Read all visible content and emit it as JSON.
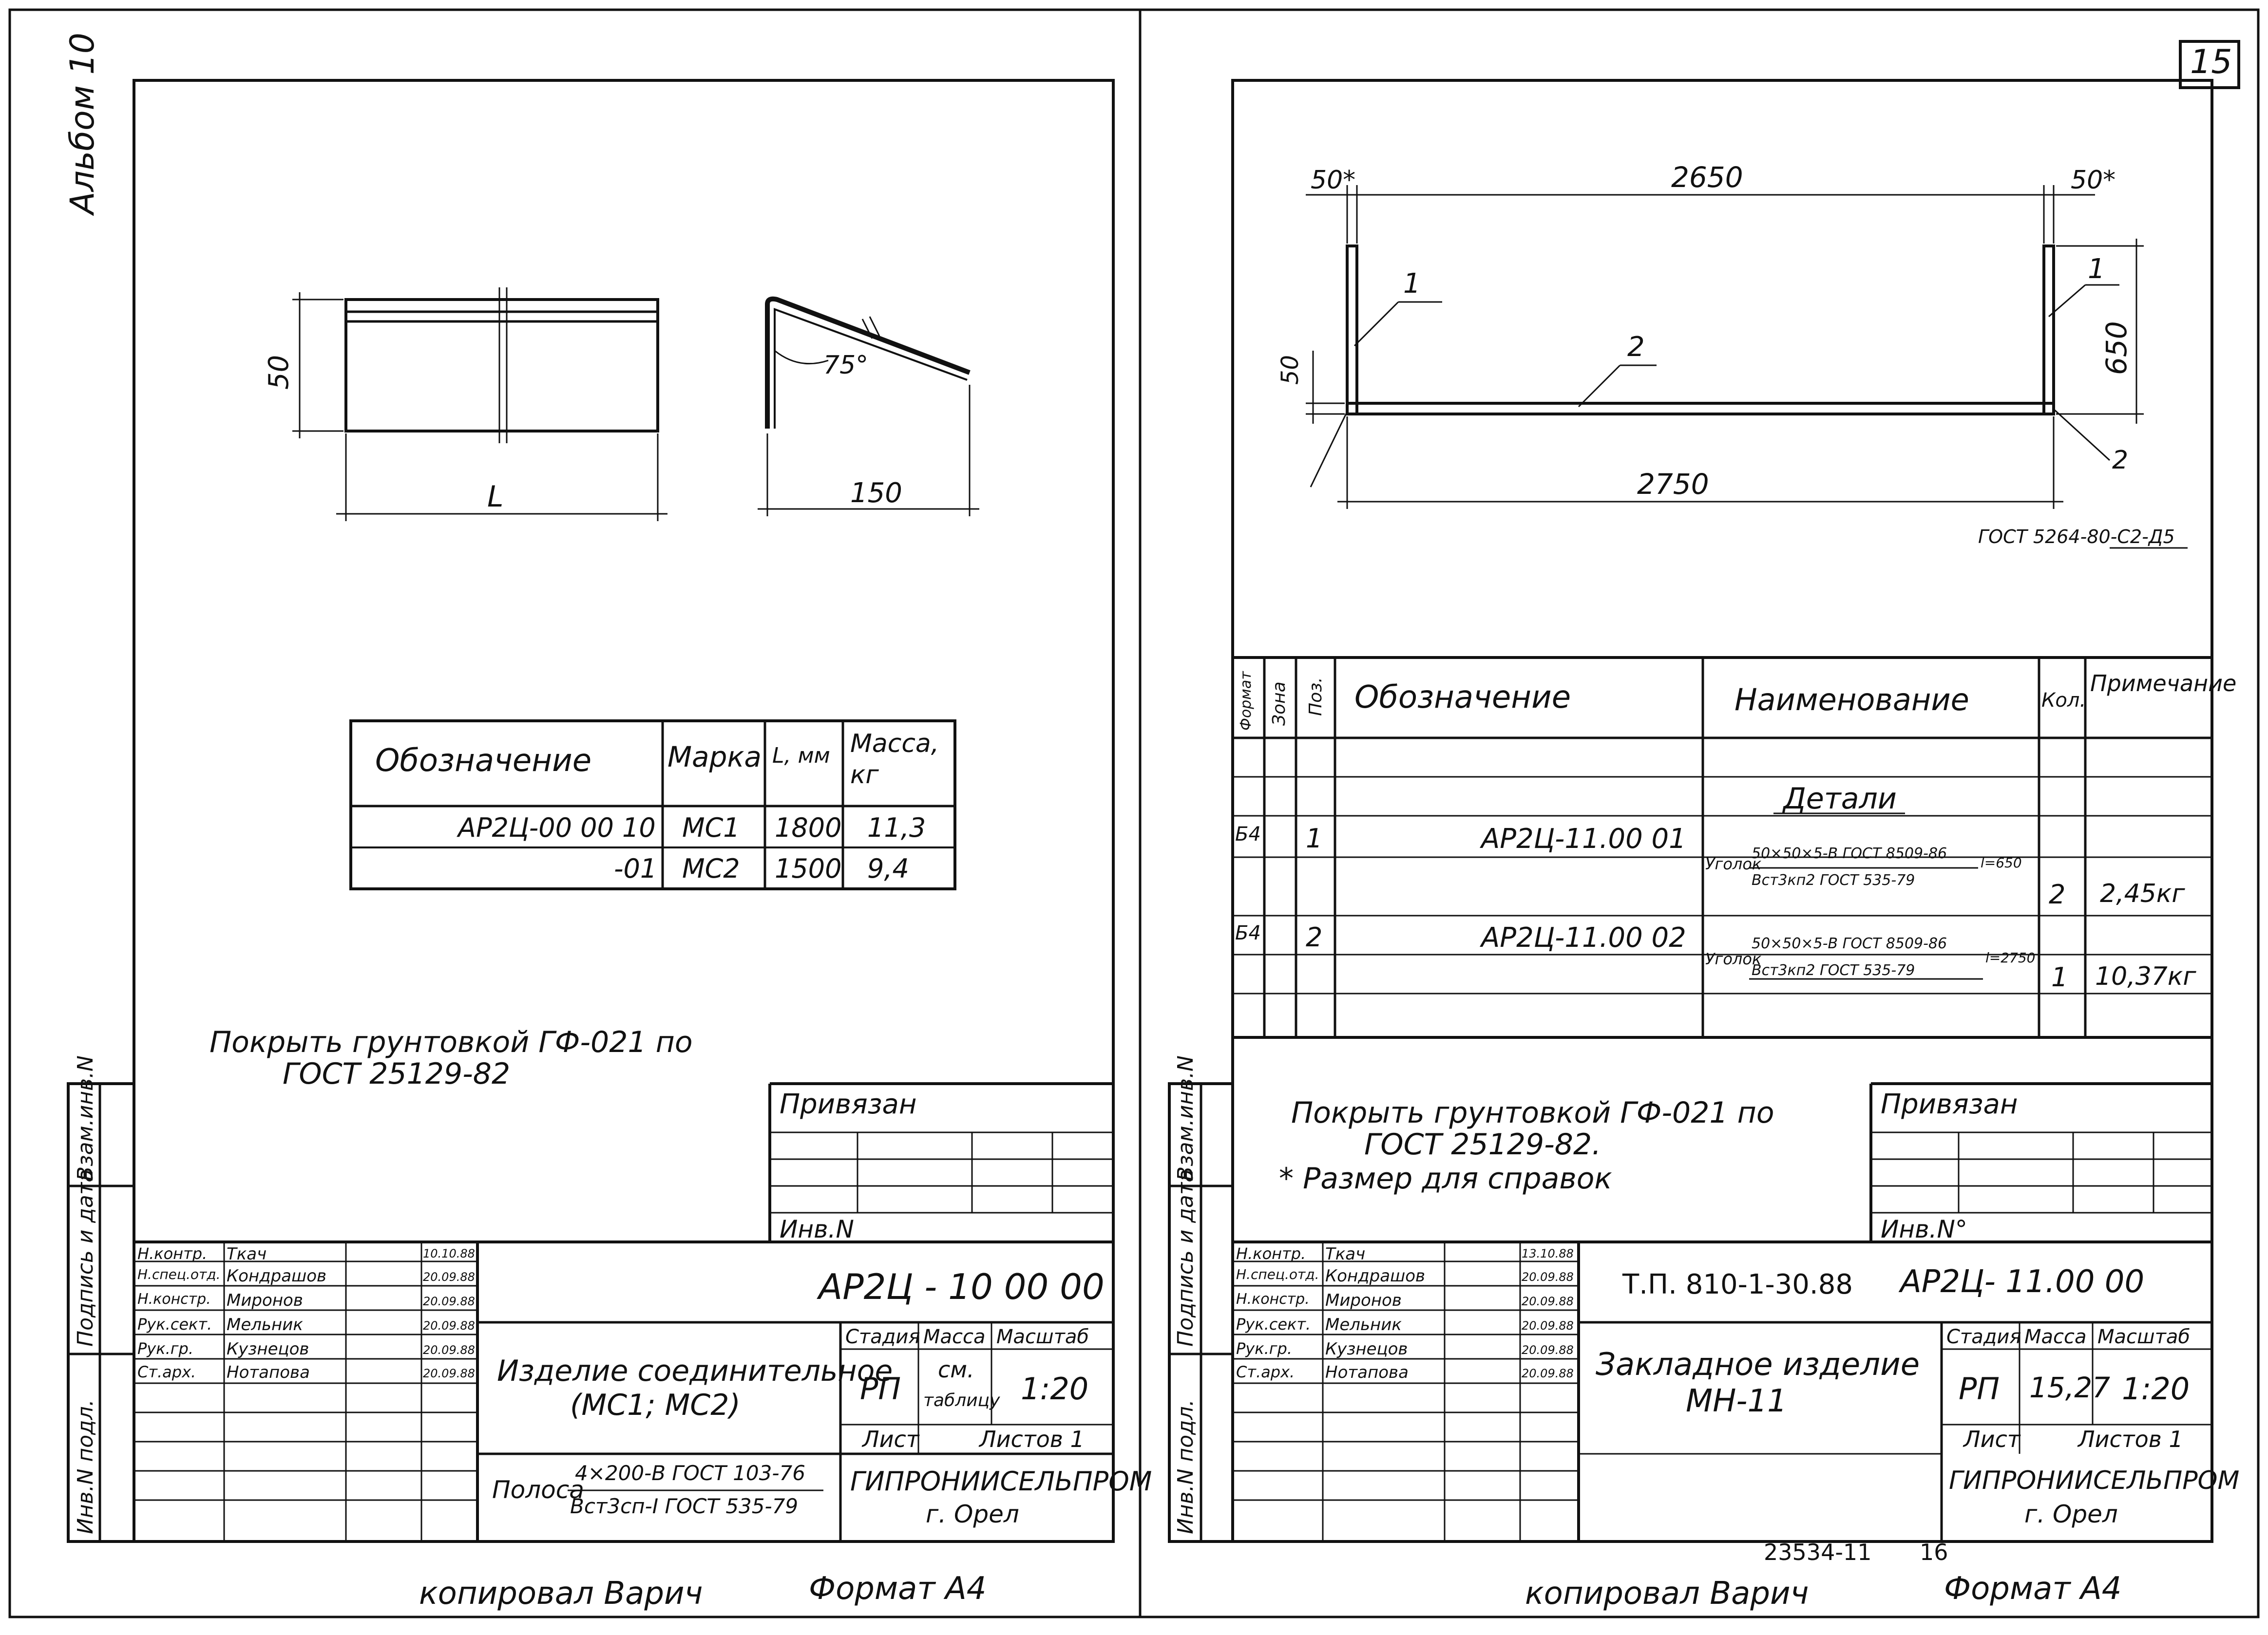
{
  "page": {
    "sheet_stamp": "15",
    "album": "Альбом 10",
    "copied_by": "копировал Варич",
    "format": "Формат А4",
    "archive_no": "23534-11",
    "archive_page": "16",
    "side_labels": [
      "Инв.N подл.",
      "Подпись и дата",
      "Взам.инв.N"
    ]
  },
  "left": {
    "dim_height": "50",
    "dim_length": "L",
    "dim_width": "150",
    "angle": "75°",
    "table": {
      "headers": [
        "Обозначение",
        "Марка",
        "L, мм",
        "Масса, кг"
      ],
      "rows": [
        [
          "АР2Ц-00 00 10",
          "МС1",
          "1800",
          "11,3"
        ],
        [
          "-01",
          "МС2",
          "1500",
          "9,4"
        ]
      ]
    },
    "note_line1": "Покрыть грунтовкой ГФ-021 по",
    "note_line2": "ГОСТ 25129-82",
    "privyazan": "Привязан",
    "inv_no": "Инв.N",
    "designation": "АР2Ц - 10 00 00",
    "title_line1": "Изделие соединительное",
    "title_line2": "(МС1; МС2)",
    "stage_h": "Стадия",
    "mass_h": "Масса",
    "scale_h": "Масштаб",
    "stage": "РП",
    "mass_line1": "см.",
    "mass_line2": "таблицу",
    "scale": "1:20",
    "sheet": "Лист",
    "sheets": "Листов 1",
    "material_prefix": "Полоса",
    "material_top": "4×200-В ГОСТ 103-76",
    "material_bottom": "Вст3сп-I ГОСТ 535-79",
    "org": "ГИПРОНИИСЕЛЬПРОМ",
    "city": "г. Орел",
    "staff": [
      [
        "Н.контр.",
        "Ткач",
        "10.10.88"
      ],
      [
        "Н.спец.отд.",
        "Кондрашов",
        "20.09.88"
      ],
      [
        "Н.констр.",
        "Миронов",
        "20.09.88"
      ],
      [
        "Рук.сект.",
        "Мельник",
        "20.09.88"
      ],
      [
        "Рук.гр.",
        "Кузнецов",
        "20.09.88"
      ],
      [
        "Ст.арх.",
        "Нотапова",
        "20.09.88"
      ]
    ]
  },
  "right": {
    "dim_total_top": "2650",
    "dim_left_top": "50*",
    "dim_right_top": "50*",
    "dim_height": "650",
    "dim_low": "50",
    "dim_bottom": "2750",
    "pos1": "1",
    "pos2": "2",
    "weld": "ГОСТ 5264-80-С2-Д5",
    "weld_side": "2",
    "spec_headers": [
      "Формат",
      "Зона",
      "Поз.",
      "Обозначение",
      "Наименование",
      "Кол.",
      "Примечание"
    ],
    "section": "Детали",
    "rows": [
      {
        "fmt": "Б4",
        "pos": "1",
        "desig": "АР2Ц-11.00 01",
        "name_prefix": "Уголок",
        "name_top": "50×50×5-В ГОСТ 8509-86",
        "name_bottom": "Вст3кп2 ГОСТ 535-79",
        "len": "l=650",
        "qty": "2",
        "note": "2,45кг"
      },
      {
        "fmt": "Б4",
        "pos": "2",
        "desig": "АР2Ц-11.00 02",
        "name_prefix": "Уголок",
        "name_top": "50×50×5-В ГОСТ 8509-86",
        "name_bottom": "Вст3кп2 ГОСТ 535-79",
        "len": "l=2750",
        "qty": "1",
        "note": "10,37кг"
      }
    ],
    "note_line1": "Покрыть грунтовкой ГФ-021 по",
    "note_line2": "ГОСТ 25129-82.",
    "note_line3": "* Размер для справок",
    "privyazan": "Привязан",
    "inv_no": "Инв.N°",
    "project": "Т.П. 810-1-30.88",
    "designation": "АР2Ц- 11.00 00",
    "title_line1": "Закладное изделие",
    "title_line2": "МН-11",
    "stage_h": "Стадия",
    "mass_h": "Масса",
    "scale_h": "Масштаб",
    "stage": "РП",
    "mass": "15,27",
    "scale": "1:20",
    "sheet": "Лист",
    "sheets": "Листов 1",
    "org": "ГИПРОНИИСЕЛЬПРОМ",
    "city": "г. Орел",
    "staff": [
      [
        "Н.контр.",
        "Ткач",
        "13.10.88"
      ],
      [
        "Н.спец.отд.",
        "Кондрашов",
        "20.09.88"
      ],
      [
        "Н.констр.",
        "Миронов",
        "20.09.88"
      ],
      [
        "Рук.сект.",
        "Мельник",
        "20.09.88"
      ],
      [
        "Рук.гр.",
        "Кузнецов",
        "20.09.88"
      ],
      [
        "Ст.арх.",
        "Нотапова",
        "20.09.88"
      ]
    ]
  }
}
